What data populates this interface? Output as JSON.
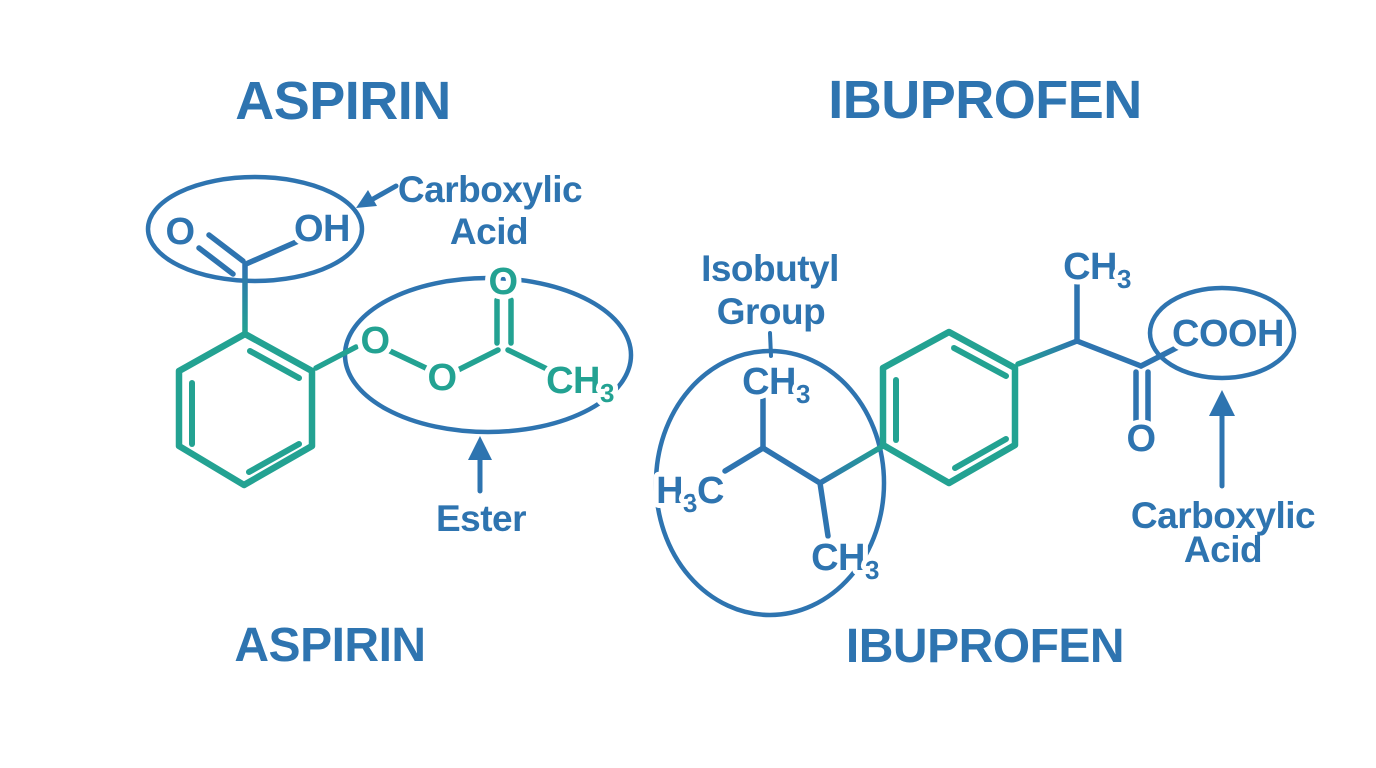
{
  "colors": {
    "blue": "#2E74B0",
    "teal": "#23A292",
    "bg": "#FFFFFF"
  },
  "aspirin": {
    "title": "ASPIRIN",
    "footer_label": "ASPIRIN",
    "carboxylic_label_line1": "Carboxylic",
    "carboxylic_label_line2": "Acid",
    "ester_label": "Ester",
    "atoms": {
      "carbonyl_o": "O",
      "hydroxyl": "OH",
      "ester_o1": "O",
      "ester_o2": "O",
      "ester_carbonyl_o": "O",
      "ester_methyl_main": "CH",
      "ester_methyl_sub": "3"
    }
  },
  "ibuprofen": {
    "title": "IBUPROFEN",
    "footer_label": "IBUPROFEN",
    "isobutyl_label_line1": "Isobutyl",
    "isobutyl_label_line2": "Group",
    "carboxylic_label_line1": "Carboxylic",
    "carboxylic_label_line2": "Acid",
    "atoms": {
      "methyl_top_main": "CH",
      "methyl_top_sub": "3",
      "methyl_left_h": "H",
      "methyl_left_sub": "3",
      "methyl_left_c": "C",
      "methyl_bottom_main": "CH",
      "methyl_bottom_sub": "3",
      "chain_methyl_main": "CH",
      "chain_methyl_sub": "3",
      "carbonyl_o": "O",
      "cooh": "COOH"
    }
  }
}
